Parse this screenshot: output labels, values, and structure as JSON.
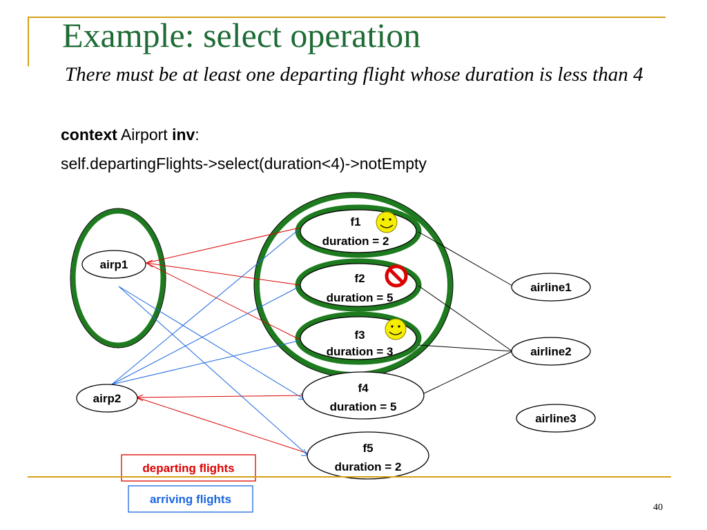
{
  "slide": {
    "title": "Example: select operation",
    "subtitle": "There must be at least one departing flight whose duration is less than 4",
    "ocl_line1": {
      "keyword1": "context",
      "text1": " Airport ",
      "keyword2": "inv",
      "text2": ":"
    },
    "ocl_line2": "self.departingFlights->select(duration<4)->notEmpty",
    "page_number": "40"
  },
  "diagram": {
    "airports": [
      {
        "id": "airp1",
        "label": "airp1"
      },
      {
        "id": "airp2",
        "label": "airp2"
      }
    ],
    "flights": [
      {
        "id": "f1",
        "name": "f1",
        "duration": "duration = 2"
      },
      {
        "id": "f2",
        "name": "f2",
        "duration": "duration = 5"
      },
      {
        "id": "f3",
        "name": "f3",
        "duration": "duration = 3"
      },
      {
        "id": "f4",
        "name": "f4",
        "duration": "duration = 5"
      },
      {
        "id": "f5",
        "name": "f5",
        "duration": "duration = 2"
      }
    ],
    "airlines": [
      {
        "id": "airline1",
        "label": "airline1"
      },
      {
        "id": "airline2",
        "label": "airline2"
      },
      {
        "id": "airline3",
        "label": "airline3"
      }
    ],
    "icons": {
      "ok": "smiley-face-icon",
      "rejected": "prohibition-icon"
    },
    "legend": {
      "departing": {
        "label": "departing flights",
        "color": "#dd0000"
      },
      "arriving": {
        "label": "arriving flights",
        "color": "#1a66e0"
      }
    },
    "colors": {
      "selection": "#1e7a1e",
      "departing": "#dd0000",
      "arriving": "#1a66e0",
      "smiley": "#f5ee00",
      "prohibition": "#dd0000"
    }
  }
}
